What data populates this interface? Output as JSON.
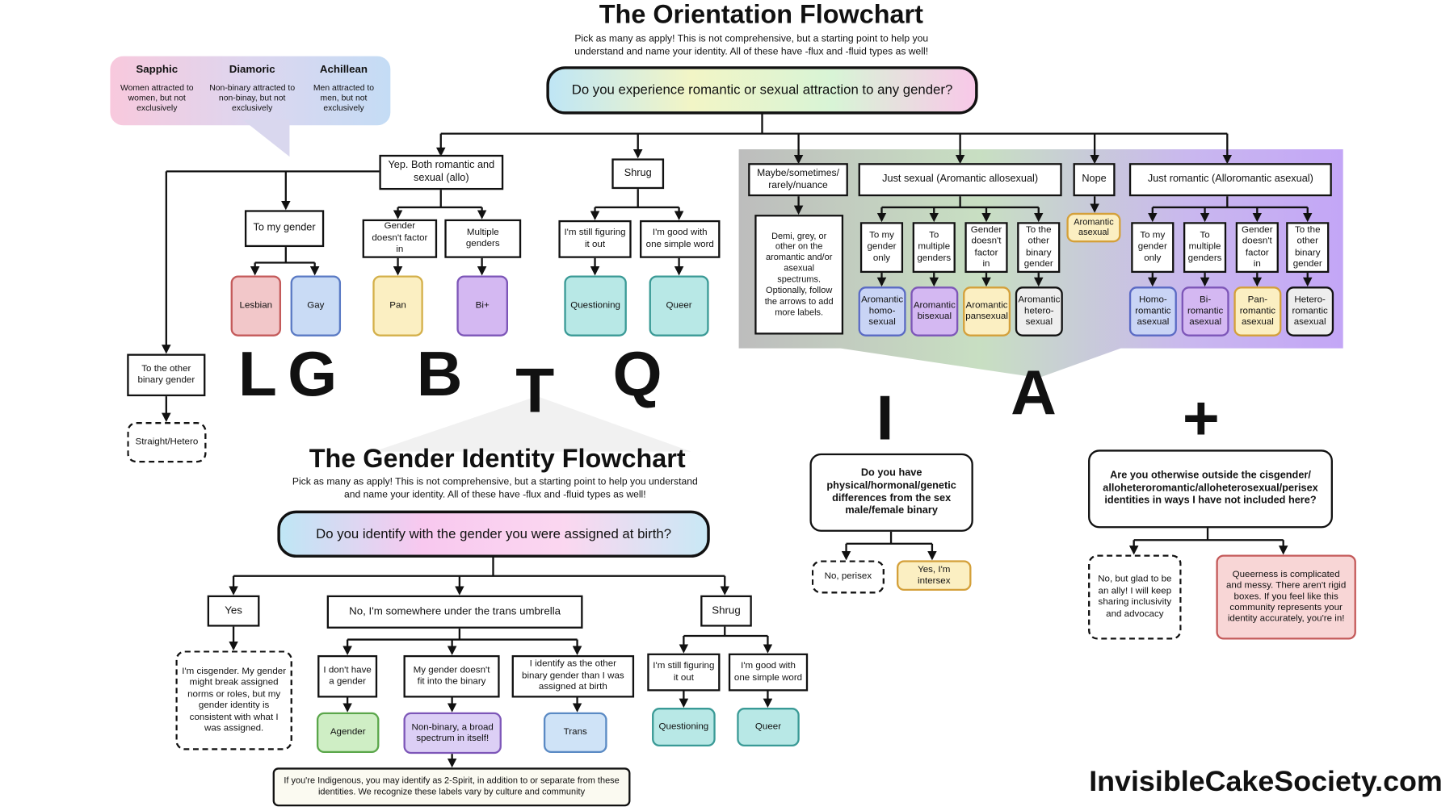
{
  "orientation": {
    "title": "The Orientation Flowchart",
    "subtitle": "Pick as many as apply! This is not comprehensive, but a starting point to help you understand and name your identity. All of these have -flux and -fluid types as well!",
    "question": "Do you experience romantic or sexual attraction to any gender?",
    "bubble": [
      {
        "name": "Sapphic",
        "desc": "Women attracted to women, but not exclusively"
      },
      {
        "name": "Diamoric",
        "desc": "Non-binary attracted to non-binay, but not exclusively"
      },
      {
        "name": "Achillean",
        "desc": "Men attracted to men, but not exclusively"
      }
    ],
    "allo": "Yep. Both romantic and sexual (allo)",
    "to_other_binary": "To the other binary gender",
    "straight": "Straight/Hetero",
    "to_my_gender": "To my gender",
    "gender_doesnt_factor": "Gender doesn't factor in",
    "multiple_genders": "Multiple genders",
    "lesbian": "Lesbian",
    "gay": "Gay",
    "pan": "Pan",
    "bi": "Bi+",
    "shrug": "Shrug",
    "still_figuring": "I'm still figuring it out",
    "good_simple": "I'm good with one simple word",
    "questioning": "Questioning",
    "queer": "Queer",
    "maybe": "Maybe/sometimes/ rarely/nuance",
    "demi": "Demi, grey, or other on the aromantic and/or asexual spectrums. Optionally, follow the arrows to add more labels.",
    "just_sexual": "Just sexual (Aromantic allosexual)",
    "nope": "Nope",
    "aro_ace": "Aromantic asexual",
    "just_romantic": "Just romantic (Alloromantic asexual)",
    "ace_sub": [
      "To my gender only",
      "To multiple genders",
      "Gender doesn't factor in",
      "To the other binary gender"
    ],
    "aro_results": [
      "Aromantic homo-sexual",
      "Aromantic bisexual",
      "Aromantic pansexual",
      "Aromantic hetero-sexual"
    ],
    "ace_results": [
      "Homo-romantic asexual",
      "Bi-romantic asexual",
      "Pan-romantic asexual",
      "Hetero-romantic asexual"
    ]
  },
  "letters": {
    "L": "L",
    "G": "G",
    "B": "B",
    "T": "T",
    "Q": "Q",
    "I": "I",
    "A": "A",
    "plus": "+"
  },
  "gender": {
    "title": "The Gender Identity Flowchart",
    "subtitle": "Pick as many as apply! This is not comprehensive, but a starting point to help you understand and name your identity. All of these have -flux and -fluid types as well!",
    "question": "Do you identify with the gender you were assigned at birth?",
    "yes": "Yes",
    "cis": "I'm cisgender. My gender might break assigned norms or roles, but my gender identity is consistent with what I was assigned.",
    "trans_umbrella": "No, I'm somewhere under the trans umbrella",
    "no_gender": "I don't have a gender",
    "not_binary": "My gender doesn't fit into the binary",
    "other_binary": "I identify as the other binary gender than I was assigned at birth",
    "agender": "Agender",
    "nonbinary": "Non-binary, a broad spectrum in itself!",
    "trans": "Trans",
    "shrug": "Shrug",
    "still_figuring": "I'm still figuring it out",
    "good_simple": "I'm good with one simple word",
    "questioning": "Questioning",
    "queer": "Queer",
    "two_spirit": "If you're Indigenous, you may identify as 2-Spirit, in addition to or separate from these identities. We recognize these labels vary by culture and community"
  },
  "intersex": {
    "question": "Do you have physical/hormonal/genetic differences from the sex male/female binary",
    "no": "No, perisex",
    "yes": "Yes, I'm intersex"
  },
  "plus": {
    "question": "Are you otherwise outside the cisgender/ alloheteroromantic/alloheterosexual/perisex identities in ways I have not included here?",
    "no": "No, but glad to be an ally! I will keep sharing inclusivity and advocacy",
    "yes": "Queerness is complicated and messy. There aren't rigid boxes. If you feel like this community represents your identity accurately, you're in!"
  },
  "footer": "InvisibleCakeSociety.com",
  "colors": {
    "lesbian": "#f2c7c9",
    "gay": "#c9dbf5",
    "pan": "#fbefc2",
    "bi": "#d4b8f2",
    "teal": "#b8e8e6",
    "agender": "#cfeec5",
    "nonbinary": "#dccff5",
    "trans": "#cfe3f7",
    "intersex": "#fbefc2",
    "pink": "#f8d6d6"
  }
}
